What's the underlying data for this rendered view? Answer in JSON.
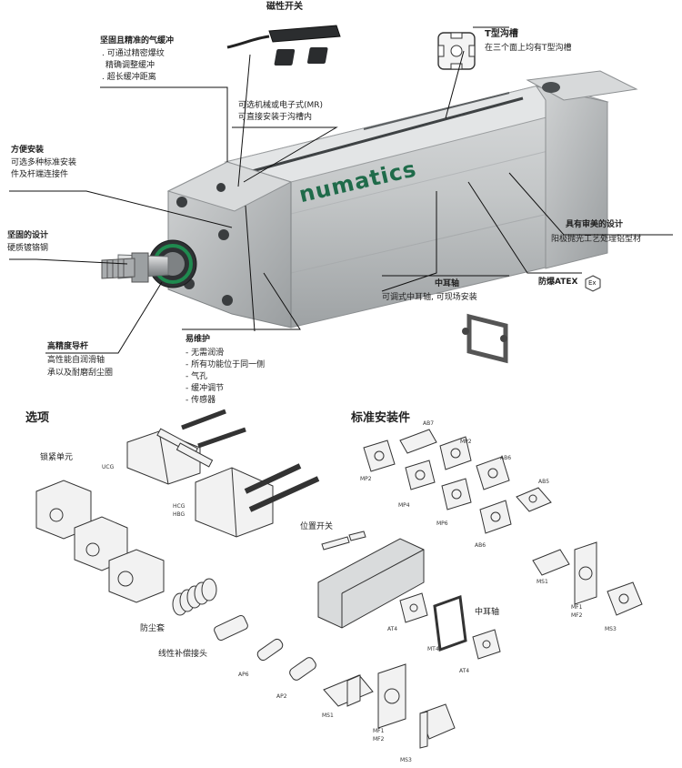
{
  "colors": {
    "brand": "#1f6b4a",
    "metal": "#bfc2c4",
    "metal_dark": "#8d9194",
    "line": "#111111"
  },
  "brand_logo": "numatics",
  "top_callouts": {
    "magnetic_switch": {
      "title": "磁性开关"
    },
    "cushion": {
      "title": "坚固且精准的气缓冲",
      "lines": [
        ". 可通过精密爆纹",
        "精确调整缓冲",
        ". 超长缓冲距离"
      ]
    },
    "tslot": {
      "title": "T型沟槽",
      "desc": "在三个面上均有T型沟槽"
    },
    "sensor": {
      "lines": [
        "可选机械或电子式(MR)",
        "可直接安装于沟槽内"
      ]
    },
    "mounting": {
      "title": "方便安装",
      "lines": [
        "可选多种标准安装",
        "件及杆端连接件"
      ]
    },
    "robust": {
      "title": "坚固的设计",
      "desc": "硬质镀铬钢"
    },
    "aesthetic": {
      "title": "具有审美的设计",
      "desc": "阳极抛光工艺处理铝型材"
    },
    "atex": {
      "title": "防爆ATEX",
      "badge": "Ex"
    },
    "trunnion": {
      "title": "中耳轴",
      "desc": "可调式中耳轴, 可现场安装"
    },
    "rod": {
      "title": "高精度导杆",
      "lines": [
        "高性能自润滑轴",
        "承以及耐磨刮尘圈"
      ]
    },
    "maintenance": {
      "title": "易维护",
      "lines": [
        "- 无需润滑",
        "- 所有功能位于同一侧",
        "- 气孔",
        "- 缓冲调节",
        "- 传感器"
      ]
    }
  },
  "options": {
    "heading": "选项",
    "lock_unit": "锁紧单元",
    "ucg": "UCG",
    "hcg": "HCG",
    "hbg": "HBG",
    "boot": "防尘套",
    "coupler": "线性补偿接头",
    "ap6": "AP6",
    "ap2": "AP2",
    "ms1": "MS1",
    "mf1": "MF1",
    "mf2": "MF2",
    "ms3": "MS3"
  },
  "standard": {
    "heading": "标准安装件",
    "ab7": "AB7",
    "mp2": "MP2",
    "mp2b": "MP2",
    "ab6": "AB6",
    "ab6b": "AB6",
    "ab5": "AB5",
    "mp4": "MP4",
    "mp6": "MP6",
    "position_switch": "位置开关",
    "ms1": "MS1",
    "mf1": "MF1",
    "mf2": "MF2",
    "ms3": "MS3",
    "at4": "AT4",
    "at4b": "AT4",
    "mt4": "MT4",
    "trunnion": "中耳轴"
  }
}
